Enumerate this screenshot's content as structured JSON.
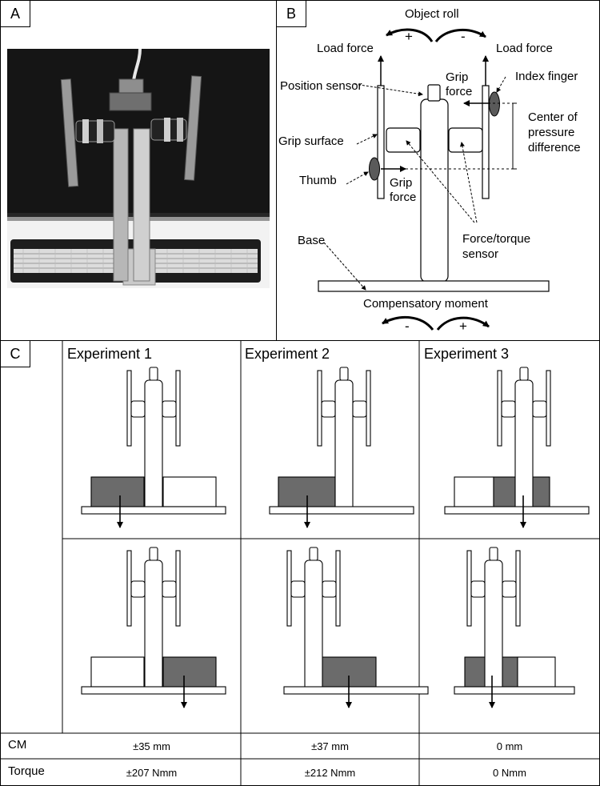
{
  "panel_a": {
    "letter": "A",
    "photo_colors": {
      "backdrop": "#1a1a1a",
      "frame": "#c8c8c8",
      "base_mat": "#e6e6e6"
    }
  },
  "panel_b": {
    "letter": "B",
    "labels": {
      "object_roll": "Object roll",
      "plus": "+",
      "minus": "-",
      "load_force_left": "Load force",
      "load_force_right": "Load force",
      "position_sensor": "Position sensor",
      "grip_force_top_1": "Grip",
      "grip_force_top_2": "force",
      "index_finger": "Index finger",
      "center_1": "Center of",
      "center_2": "pressure",
      "center_3": "difference",
      "grip_surface": "Grip surface",
      "thumb": "Thumb",
      "grip_force_bottom_1": "Grip",
      "grip_force_bottom_2": "force",
      "base": "Base",
      "force_torque_1": "Force/torque",
      "force_torque_2": "sensor",
      "compensatory_moment": "Compensatory moment",
      "bottom_minus": "-",
      "bottom_plus": "+"
    },
    "colors": {
      "finger_fill": "#5a5a5a"
    }
  },
  "panel_c": {
    "letter": "C",
    "experiments": [
      {
        "title": "Experiment 1",
        "cm": "±35 mm",
        "torque": "±207 Nmm"
      },
      {
        "title": "Experiment 2",
        "cm": "±37 mm",
        "torque": "±212 Nmm"
      },
      {
        "title": "Experiment 3",
        "cm": "0 mm",
        "torque": "0 Nmm"
      }
    ],
    "row_labels": {
      "cm": "CM",
      "torque": "Torque"
    },
    "colors": {
      "weight_fill": "#6b6b6b"
    }
  }
}
